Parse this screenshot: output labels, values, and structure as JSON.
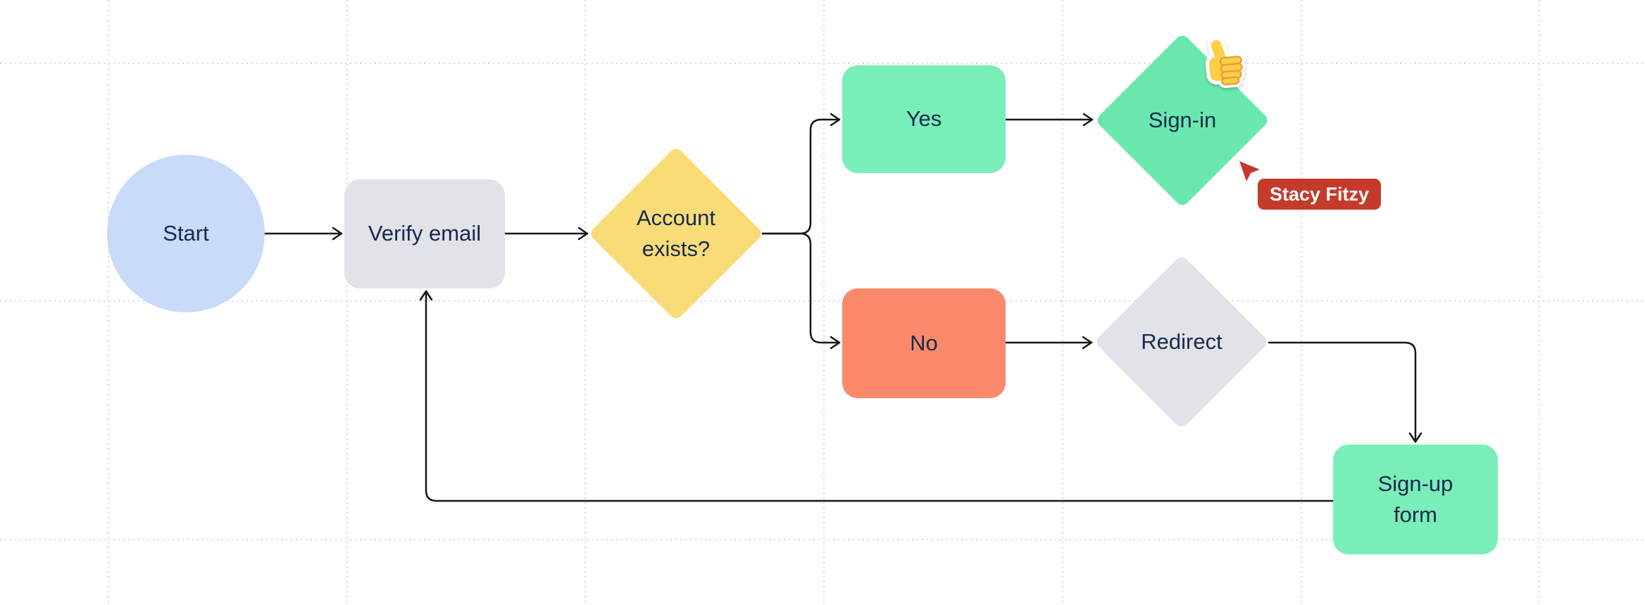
{
  "app": {
    "type": "flowchart-whiteboard-canvas"
  },
  "canvas": {
    "background": "#FFFFFF",
    "grid_dot_color": "#D9DADF",
    "edge_color": "#161616",
    "node_text_color": "#17294E"
  },
  "nodes": [
    {
      "id": "start",
      "shape": "circle",
      "label": "Start",
      "fill": "#C8DBF8"
    },
    {
      "id": "verify-email",
      "shape": "rounded-rect",
      "label": "Verify email",
      "fill": "#E1E3E9"
    },
    {
      "id": "account-exists",
      "shape": "diamond",
      "label": "Account exists?",
      "fill": "#F9DC77"
    },
    {
      "id": "yes",
      "shape": "rounded-rect",
      "label": "Yes",
      "fill": "#7AEEB8"
    },
    {
      "id": "no",
      "shape": "rounded-rect",
      "label": "No",
      "fill": "#F98A6B"
    },
    {
      "id": "sign-in",
      "shape": "diamond",
      "label": "Sign-in",
      "fill": "#69E8AE"
    },
    {
      "id": "redirect",
      "shape": "diamond",
      "label": "Redirect",
      "fill": "#E1E3E9"
    },
    {
      "id": "sign-up-form",
      "shape": "rounded-rect",
      "label": "Sign-up form",
      "fill": "#7AEEB8"
    }
  ],
  "edges": [
    {
      "from": "start",
      "to": "verify-email"
    },
    {
      "from": "verify-email",
      "to": "account-exists"
    },
    {
      "from": "account-exists",
      "to": "yes"
    },
    {
      "from": "account-exists",
      "to": "no"
    },
    {
      "from": "yes",
      "to": "sign-in"
    },
    {
      "from": "no",
      "to": "redirect"
    },
    {
      "from": "redirect",
      "to": "sign-up-form"
    },
    {
      "from": "sign-up-form",
      "to": "verify-email"
    }
  ],
  "sticker": {
    "name": "thumbs-up",
    "emoji": "👍"
  },
  "collaborator": {
    "name": "Stacy Fitzy",
    "color": "#C43A2B"
  }
}
